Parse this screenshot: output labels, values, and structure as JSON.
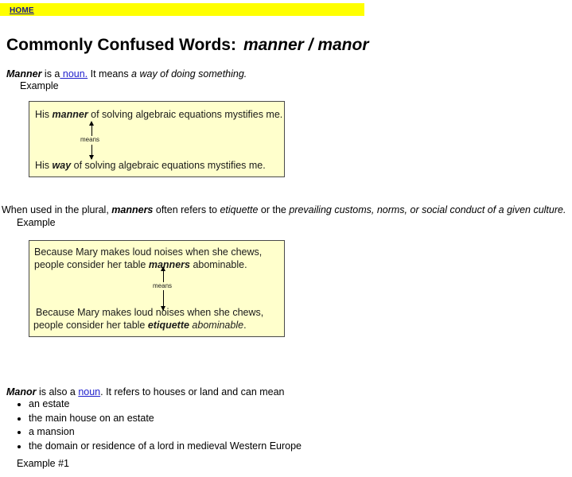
{
  "nav": {
    "home_label": "HOME",
    "banner_color": "#ffff00",
    "link_color": "#1a1a8c"
  },
  "header": {
    "title_main": "Commonly Confused Words:",
    "title_words": "manner / manor"
  },
  "manner_definition": {
    "word": "Manner",
    "is_a": " is a",
    "link": " noun.",
    "it_means": "  It  means ",
    "meaning": "a way of doing something."
  },
  "example_labels": {
    "first": "Example",
    "second": "Example",
    "third": "Example #1"
  },
  "example_box_1": {
    "top_pre": "His ",
    "top_bold": "manner",
    "top_post": " of solving algebraic equations mystifies me.",
    "arrow_label": "means",
    "bottom_pre": "His ",
    "bottom_bold": "way",
    "bottom_post": " of solving algebraic equations mystifies me.",
    "fill_color": "#ffffcc",
    "border_color": "#4a4a4a"
  },
  "plural_paragraph": {
    "lead": "When used in the plural, ",
    "bold_word": "manners",
    "mid": " often refers to ",
    "italic_1": "etiquette",
    "mid_2": " or the ",
    "italic_2": "prevailing customs, norms, or social conduct of a given culture."
  },
  "example_box_2": {
    "top_line_1": "Because Mary makes loud noises when she chews,",
    "top_line_2_pre": "people consider her table ",
    "top_line_2_bold": "manners",
    "top_line_2_post": " abominable.",
    "arrow_label": "means",
    "bottom_line_1": " Because Mary  makes loud  noises when she chews,",
    "bottom_line_2_pre": "people consider her table ",
    "bottom_line_2_bold": "etiquette",
    "bottom_line_2_italic": " abominable",
    "bottom_line_2_post": ".",
    "fill_color": "#ffffcc",
    "border_color": "#4a4a4a"
  },
  "manor_definition": {
    "word": "Manor",
    "is_also": " is also a ",
    "link": "noun",
    "rest": ".  It refers to houses or land and can mean"
  },
  "manor_meanings": [
    "an estate",
    "the main house on an estate",
    "a mansion",
    "the domain or residence of a lord in medieval Western Europe"
  ]
}
